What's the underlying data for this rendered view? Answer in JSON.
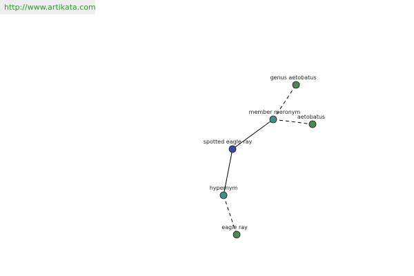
{
  "banner": {
    "url": "http://www.artikata.com"
  },
  "colors": {
    "focus": "#3c4a9e",
    "relation": "#3f8f8a",
    "term": "#4e8a4e",
    "banner_text": "#2e9a2e"
  },
  "nodes": {
    "genus_aetobatus": {
      "label": "genus aetobatus",
      "kind": "term"
    },
    "member_meronym": {
      "label": "member meronym",
      "kind": "relation"
    },
    "aetobatus": {
      "label": "aetobatus",
      "kind": "term"
    },
    "spotted_eagle_ray": {
      "label": "spotted eagle ray",
      "kind": "focus"
    },
    "hypernym": {
      "label": "hypernym",
      "kind": "relation"
    },
    "eagle_ray": {
      "label": "eagle ray",
      "kind": "term"
    }
  },
  "edges": [
    {
      "from": "spotted_eagle_ray",
      "to": "member_meronym",
      "style": "solid"
    },
    {
      "from": "member_meronym",
      "to": "genus_aetobatus",
      "style": "dashed"
    },
    {
      "from": "member_meronym",
      "to": "aetobatus",
      "style": "dashed"
    },
    {
      "from": "spotted_eagle_ray",
      "to": "hypernym",
      "style": "solid"
    },
    {
      "from": "hypernym",
      "to": "eagle_ray",
      "style": "dashed"
    }
  ]
}
